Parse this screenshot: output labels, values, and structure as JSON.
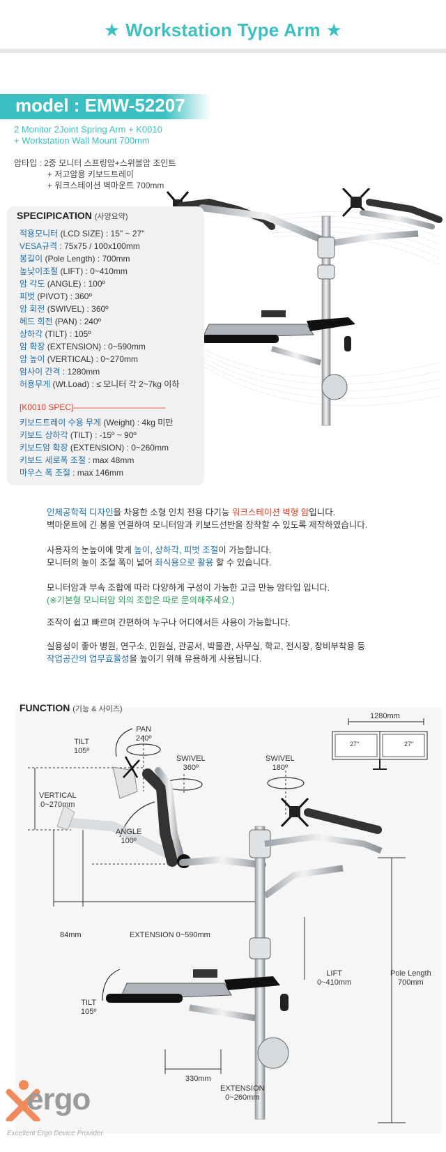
{
  "header": {
    "title": "★ Workstation Type Arm ★"
  },
  "model": {
    "label": "model : EMW-52207",
    "en_line1": "2 Monitor 2Joint Spring Arm + K0010",
    "en_line2": "+ Workstation Wall Mount 700mm",
    "ko_line1": "암타입 : 2중 모니터 스프링암+스위블암 조인트",
    "ko_line2": "+ 저고암용 키보드트레이",
    "ko_line3": "+ 워크스테이션 벽마운트 700mm"
  },
  "spec": {
    "title": "SPECIPICATION",
    "title_sub": "(사양요약)",
    "rows": [
      {
        "k": "적용모니터",
        "v": " (LCD SIZE) : 15\" ~ 27\""
      },
      {
        "k": "VESA규격",
        "v": " : 75x75 / 100x100mm"
      },
      {
        "k": "봉길이",
        "v": " (Pole Length) : 700mm"
      },
      {
        "k": "높낮이조절",
        "v": " (LIFT) : 0~410mm"
      },
      {
        "k": "암 각도",
        "v": " (ANGLE) : 100º"
      },
      {
        "k": "피벗",
        "v": " (PIVOT) : 360º"
      },
      {
        "k": "암 회전",
        "v": " (SWIVEL) : 360º"
      },
      {
        "k": "헤드 회전",
        "v": " (PAN) : 240º"
      },
      {
        "k": "상하각",
        "v": " (TILT) : 105º"
      },
      {
        "k": "암 확장",
        "v": " (EXTENSION) : 0~590mm"
      },
      {
        "k": "암 높이",
        "v": " (VERTICAL) : 0~270mm"
      },
      {
        "k": "암사이 간격",
        "v": " : 1280mm"
      },
      {
        "k": "허용무게",
        "v": " (Wt.Load) : ≤ 모니터 각 2~7kg 이하"
      }
    ],
    "k0010_head": "[K0010 SPEC]———————————",
    "k0010_rows": [
      {
        "k": "키보드트레이 수용 무게",
        "v": " (Weight) : 4kg 미만"
      },
      {
        "k": "키보드 상하각",
        "v": " (TILT) : -15º ~ 90º"
      },
      {
        "k": "키보드암 확장",
        "v": " (EXTENSION) : 0~260mm"
      },
      {
        "k": "키보드 세로폭 조절",
        "v": " : max 48mm"
      },
      {
        "k": "마우스 폭 조절",
        "v": " : max 146mm"
      }
    ]
  },
  "description": {
    "p1a": "인체공학적 디자인",
    "p1b": "을 차용한 소형 인치 전용 다기능 ",
    "p1c": "워크스테이션 벽형 암",
    "p1d": "입니다.",
    "p1e": "벽마운트에 긴 봉을 연결하여 모니터암과 키보드선반을 장착할 수 있도록 제작하였습니다.",
    "p2a": "사용자의 눈높이에 맞게 ",
    "p2b": "높이, 상하각, 피벗 조절",
    "p2c": "이 가능합니다.",
    "p2d": "모니터의 높이 조절 폭이 넓어 ",
    "p2e": "좌식용으로 활용",
    "p2f": " 할 수 있습니다.",
    "p3a": "모니터암과 부속 조합에 따라 다양하게 구성이 가능한 고급 만능 암타입 입니다.",
    "p3b": "(※기본형 모니터암 외의 조합은 따로 문의해주세요.)",
    "p4": "조작이 쉽고 빠르며 간편하여 누구나 어디에서든 사용이 가능합니다.",
    "p5a": "실용성이 좋아 병원, 연구소, 민원실, 관공서, 박물관, 사무실, 학교, 전시장, 장비부착용 등",
    "p5b": "작업공간의 업무효율성",
    "p5c": "을 높이기 위해 유용하게 사용됩니다."
  },
  "function": {
    "title": "FUNCTION",
    "title_sub": "(기능 & 사이즈)",
    "tilt_top": "TILT",
    "tilt_top_v": "105º",
    "pan": "PAN",
    "pan_v": "240º",
    "swivel1": "SWIVEL",
    "swivel1_v": "360º",
    "swivel2": "SWIVEL",
    "swivel2_v": "180º",
    "vertical": "VERTICAL",
    "vertical_v": "0~270mm",
    "angle": "ANGLE",
    "angle_v": "100º",
    "d84": "84mm",
    "extension": "EXTENSION 0~590mm",
    "lift": "LIFT",
    "lift_v": "0~410mm",
    "pole": "Pole Length",
    "pole_v": "700mm",
    "tilt_bottom": "TILT",
    "tilt_bottom_v": "105º",
    "d330": "330mm",
    "ext2": "EXTENSION",
    "ext2_v": "0~260mm",
    "width": "1280mm",
    "mon1": "27\"",
    "mon2": "27\""
  },
  "logo": {
    "text": "ergo",
    "x": "X",
    "tag": "Excellent Ergo Device Provider"
  },
  "colors": {
    "accent": "#3bbfc0",
    "blue": "#1f6ea8",
    "red": "#d6402b",
    "green": "#2e9e5f"
  }
}
